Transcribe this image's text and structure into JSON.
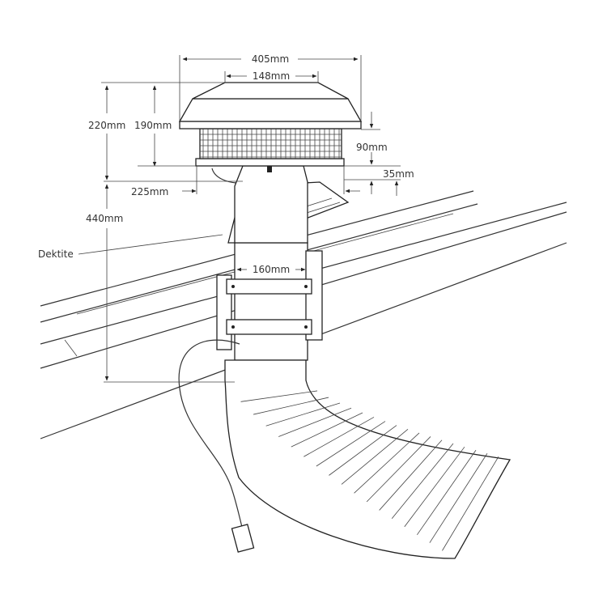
{
  "diagram": {
    "dimensions": {
      "overall_width": "405mm",
      "top_width": "148mm",
      "overall_height": "220mm",
      "cowl_height": "190mm",
      "grille_height": "90mm",
      "collar_height": "35mm",
      "base_width": "225mm",
      "below_roof_depth": "440mm",
      "duct_diameter": "160mm"
    },
    "callouts": {
      "flashing": "Dektite"
    },
    "colors": {
      "line": "#222222",
      "background": "#ffffff"
    }
  }
}
